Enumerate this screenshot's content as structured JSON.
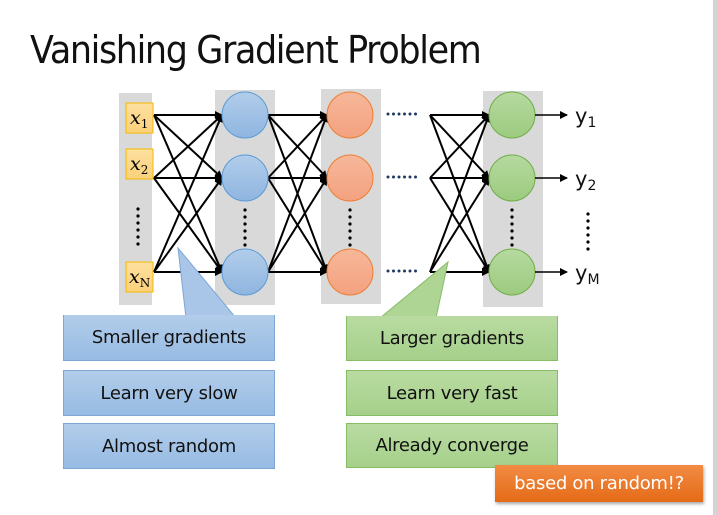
{
  "title": "Vanishing Gradient Problem",
  "network": {
    "inputs": [
      {
        "var": "x",
        "sub": "1"
      },
      {
        "var": "x",
        "sub": "2"
      },
      {
        "var": "x",
        "sub": "N"
      }
    ],
    "outputs": [
      {
        "var": "y",
        "sub": "1"
      },
      {
        "var": "y",
        "sub": "2"
      },
      {
        "var": "y",
        "sub": "M"
      }
    ],
    "layers": [
      {
        "name": "input",
        "color": "#fdd58a"
      },
      {
        "name": "hidden-1",
        "color": "#9dc3e6"
      },
      {
        "name": "hidden-2",
        "color": "#f4b183"
      },
      {
        "name": "last",
        "color": "#a9d18e"
      }
    ],
    "ellipsis_h": "……",
    "colors": {
      "column_bg": "#d9d9d9",
      "blue_node": "#9dc3e6",
      "blue_stroke": "#5b9bd5",
      "orange_node": "#f4b183",
      "orange_stroke": "#ed7d31",
      "green_node": "#a9d18e",
      "green_stroke": "#70ad47",
      "input_fill": "#fdd58a",
      "input_stroke": "#f5b800"
    }
  },
  "left_labels": {
    "callout": "Smaller gradients",
    "line2": "Learn very slow",
    "line3": "Almost random"
  },
  "right_labels": {
    "callout": "Larger gradients",
    "line2": "Learn very fast",
    "line3": "Already converge"
  },
  "note": "based on random!?"
}
